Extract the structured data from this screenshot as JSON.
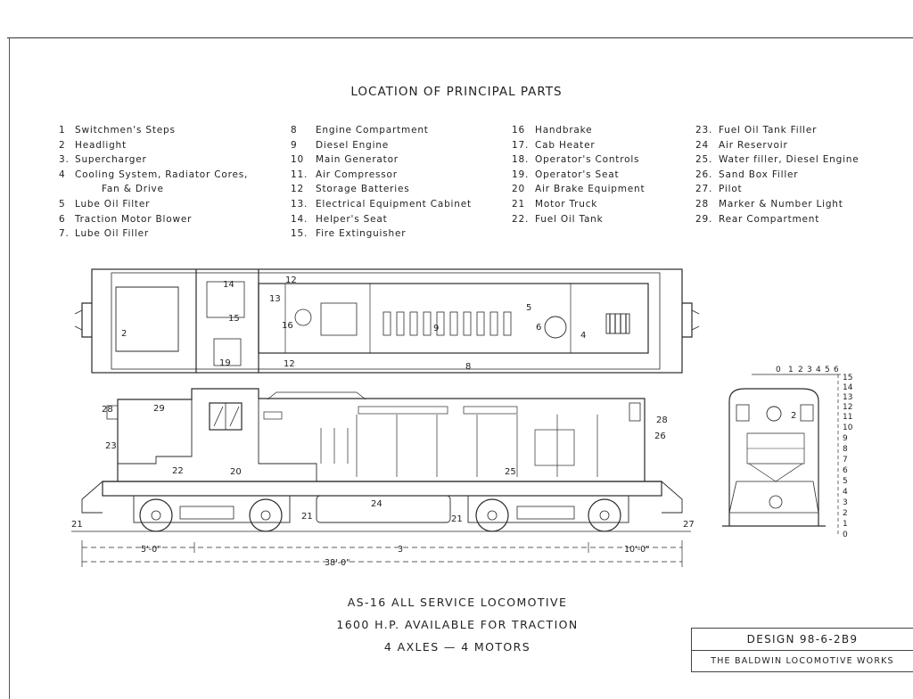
{
  "heading": "LOCATION OF PRINCIPAL PARTS",
  "parts": {
    "col1": [
      {
        "num": "1",
        "text": "Switchmen's Steps"
      },
      {
        "num": "2",
        "text": "Headlight"
      },
      {
        "num": "3.",
        "text": "Supercharger"
      },
      {
        "num": "4",
        "text": "Cooling System, Radiator Cores,"
      },
      {
        "num": "",
        "text": "Fan & Drive"
      },
      {
        "num": "5",
        "text": "Lube Oil Filter"
      },
      {
        "num": "6",
        "text": "Traction Motor Blower"
      },
      {
        "num": "7.",
        "text": "Lube Oil Filler"
      }
    ],
    "col2": [
      {
        "num": "8",
        "text": "Engine Compartment"
      },
      {
        "num": "9",
        "text": "Diesel Engine"
      },
      {
        "num": "10",
        "text": "Main Generator"
      },
      {
        "num": "11.",
        "text": "Air Compressor"
      },
      {
        "num": "12",
        "text": "Storage Batteries"
      },
      {
        "num": "13.",
        "text": "Electrical Equipment Cabinet"
      },
      {
        "num": "14.",
        "text": "Helper's Seat"
      },
      {
        "num": "15.",
        "text": "Fire Extinguisher"
      }
    ],
    "col3": [
      {
        "num": "16",
        "text": "Handbrake"
      },
      {
        "num": "17.",
        "text": "Cab Heater"
      },
      {
        "num": "18.",
        "text": "Operator's Controls"
      },
      {
        "num": "19.",
        "text": "Operator's Seat"
      },
      {
        "num": "20",
        "text": "Air Brake Equipment"
      },
      {
        "num": "21",
        "text": "Motor Truck"
      },
      {
        "num": "22.",
        "text": "Fuel Oil Tank"
      }
    ],
    "col4": [
      {
        "num": "23.",
        "text": "Fuel Oil Tank Filler"
      },
      {
        "num": "24",
        "text": "Air Reservoir"
      },
      {
        "num": "25.",
        "text": "Water filler, Diesel Engine"
      },
      {
        "num": "26.",
        "text": "Sand Box Filler"
      },
      {
        "num": "27.",
        "text": "Pilot"
      },
      {
        "num": "28",
        "text": "Marker & Number Light"
      },
      {
        "num": "29.",
        "text": "Rear Compartment"
      }
    ]
  },
  "drawing": {
    "plan_labels": {
      "l12a": "12",
      "l14": "14",
      "l13": "13",
      "l2": "2",
      "l15": "15",
      "l19": "19",
      "l12b": "12",
      "l8": "8",
      "l5": "5",
      "l6": "6",
      "l4": "4",
      "l9": "9",
      "l16": "16"
    },
    "elev_labels": {
      "l28a": "28",
      "l29": "29",
      "l23": "23",
      "l22": "22",
      "l20": "20",
      "l24": "24",
      "l25": "25",
      "l28b": "28",
      "l26": "26",
      "l21a": "21",
      "l21b": "21",
      "l27": "27",
      "l21c": "21"
    },
    "dims": {
      "d1": "5'-0\"",
      "d2": "3",
      "d3": "10'-0\"",
      "d4": "38'-0\""
    },
    "end_labels": {
      "e2": "2"
    },
    "scale_top": [
      "0",
      "1",
      "2",
      "3",
      "4",
      "5",
      "6"
    ],
    "scale_side": [
      "15",
      "14",
      "13",
      "12",
      "11",
      "10",
      "9",
      "8",
      "7",
      "6",
      "5",
      "4",
      "3",
      "2",
      "1",
      "0"
    ]
  },
  "captions": {
    "line1": "AS-16 ALL SERVICE LOCOMOTIVE",
    "line2": "1600 H.P. AVAILABLE FOR TRACTION",
    "line3": "4 AXLES — 4 MOTORS"
  },
  "title_block": {
    "design": "DESIGN 98-6-2B9",
    "works": "THE BALDWIN LOCOMOTIVE WORKS"
  }
}
